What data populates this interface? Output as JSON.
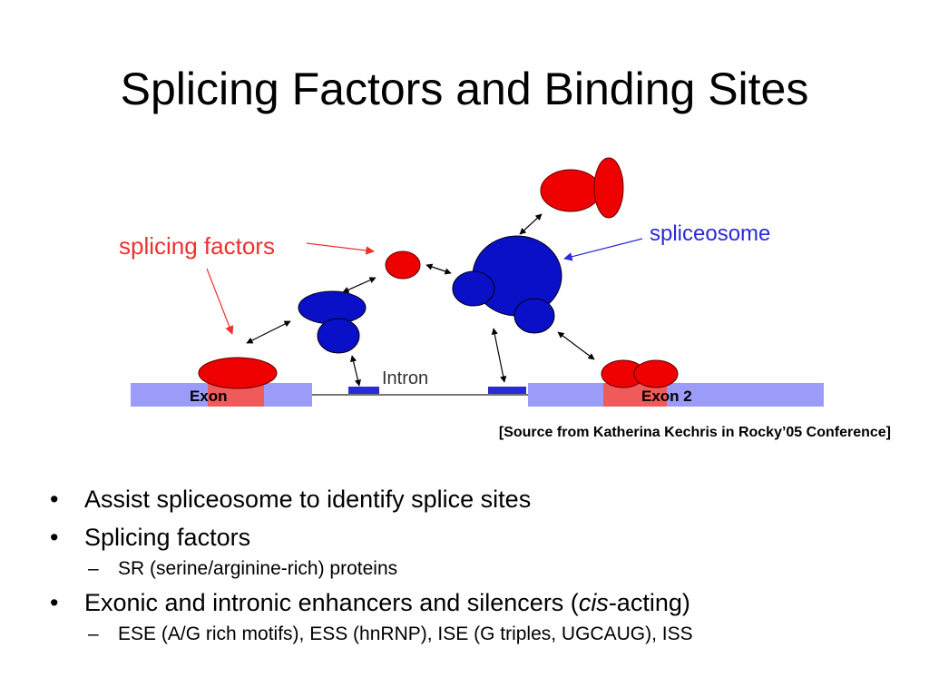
{
  "slide": {
    "title": "Splicing Factors and Binding Sites"
  },
  "diagram": {
    "label_splicing_factors": "splicing factors",
    "label_spliceosome": "spliceosome",
    "label_intron": "Intron",
    "label_exon1": "Exon",
    "label_exon2": "Exon 2",
    "colors": {
      "exon": "#9a9cf8",
      "binding_site": "#f05a5a",
      "splicing_factor": "#ee0000",
      "spliceosome": "#0a10c8",
      "intron_mark": "#2a2ad8",
      "label_red": "#ee3030",
      "label_blue": "#2a2ad8"
    }
  },
  "source_note": "[Source from Katherina Kechris in Rocky’05 Conference]",
  "bullets": [
    {
      "marker": "•",
      "text": "Assist spliceosome to identify splice sites"
    },
    {
      "marker": "•",
      "text": "Splicing factors",
      "sub": [
        {
          "marker": "–",
          "text": "SR (serine/arginine-rich) proteins"
        }
      ]
    },
    {
      "marker": "•",
      "text_before": "Exonic and intronic enhancers and silencers (",
      "text_italic": "cis",
      "text_after": "-acting)",
      "sub": [
        {
          "marker": "–",
          "text": "ESE (A/G rich motifs), ESS (hnRNP), ISE (G triples, UGCAUG), ISS"
        }
      ]
    }
  ]
}
